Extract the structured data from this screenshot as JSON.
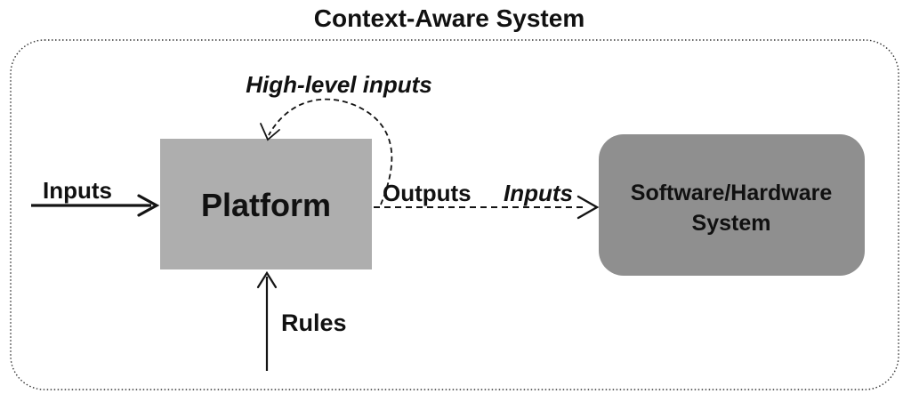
{
  "title": "Context-Aware System",
  "colors": {
    "background": "#ffffff",
    "platform_fill": "#aeaeae",
    "system_fill": "#8f8f8f",
    "line": "#141414",
    "boundary": "#333333"
  },
  "nodes": {
    "platform": {
      "label": "Platform"
    },
    "software_hardware": {
      "label_line1": "Software/Hardware",
      "label_line2": "System"
    }
  },
  "edges": {
    "inputs": {
      "label": "Inputs",
      "style": "solid-arrow"
    },
    "outputs": {
      "label": "Outputs",
      "style": "dashed-arrow"
    },
    "system_inputs": {
      "label": "Inputs",
      "style": "dashed-arrow"
    },
    "high_level_inputs": {
      "label": "High-level inputs",
      "style": "dashed-curved-arrow"
    },
    "rules": {
      "label": "Rules",
      "style": "solid-arrow"
    }
  }
}
